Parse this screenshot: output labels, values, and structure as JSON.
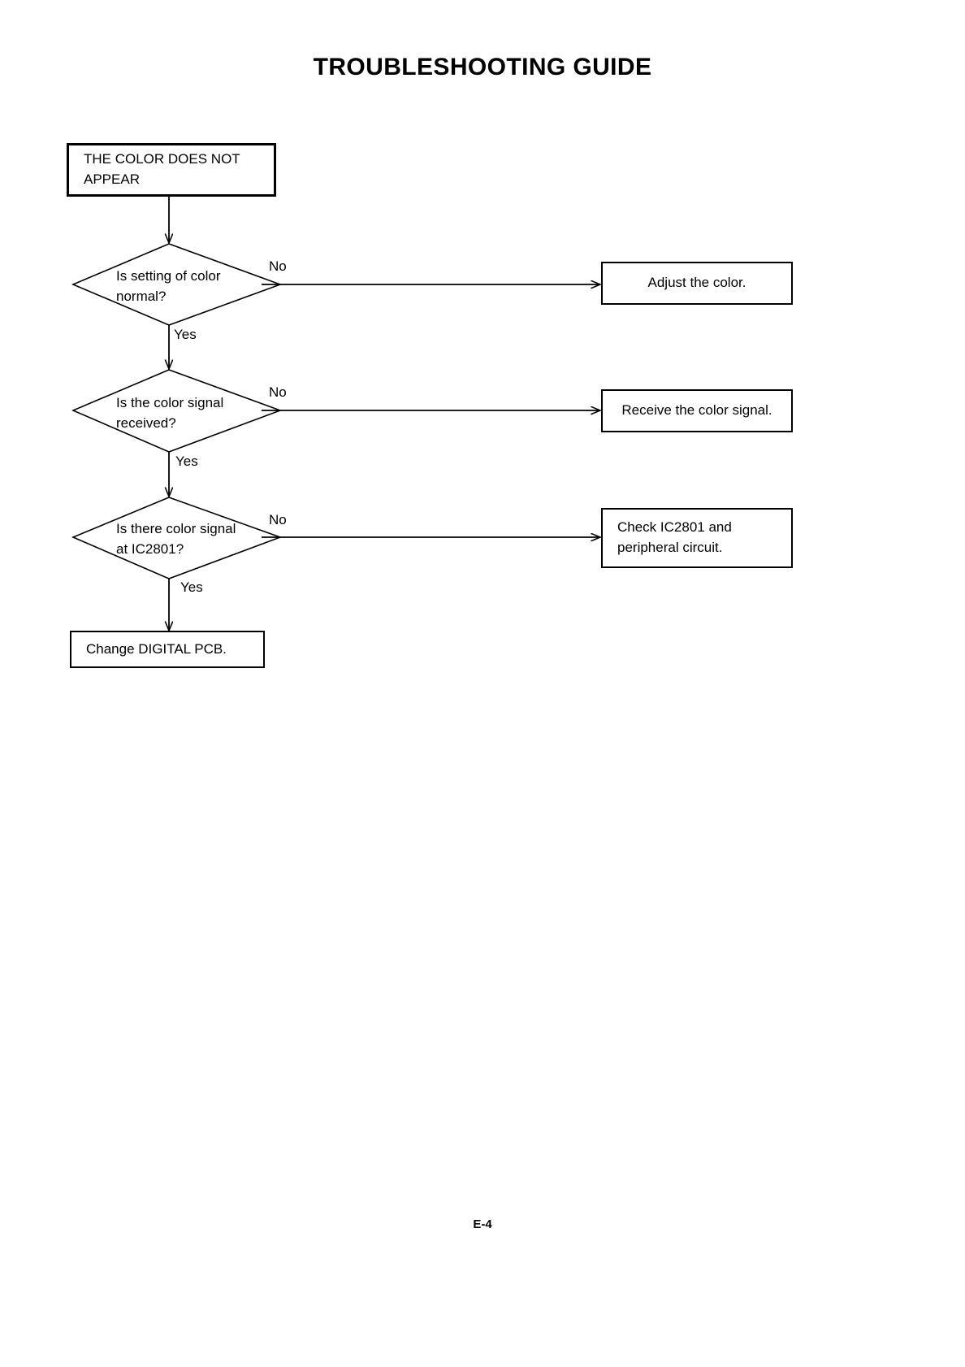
{
  "page": {
    "title": "TROUBLESHOOTING GUIDE",
    "footer": "E-4"
  },
  "flow": {
    "start": {
      "label": "THE COLOR DOES NOT\nAPPEAR"
    },
    "decisions": [
      {
        "id": "decision-setting-of-color",
        "label": "Is setting of color\nnormal?",
        "yes_label": "Yes",
        "no_label": "No"
      },
      {
        "id": "decision-color-signal-received",
        "label": "Is the color signal\nreceived?",
        "yes_label": "Yes",
        "no_label": "No"
      },
      {
        "id": "decision-color-signal-at-ic2801",
        "label": "Is there color signal\nat IC2801?",
        "yes_label": "Yes",
        "no_label": "No"
      }
    ],
    "actions": [
      {
        "id": "action-adjust-color",
        "label": "Adjust the color."
      },
      {
        "id": "action-receive-color-signal",
        "label": "Receive the color signal."
      },
      {
        "id": "action-check-ic2801",
        "label": "Check IC2801 and\nperipheral circuit."
      }
    ],
    "end": {
      "label": "Change DIGITAL PCB."
    }
  },
  "colors": {
    "line": "#000000",
    "background": "#ffffff",
    "text": "#000000"
  }
}
